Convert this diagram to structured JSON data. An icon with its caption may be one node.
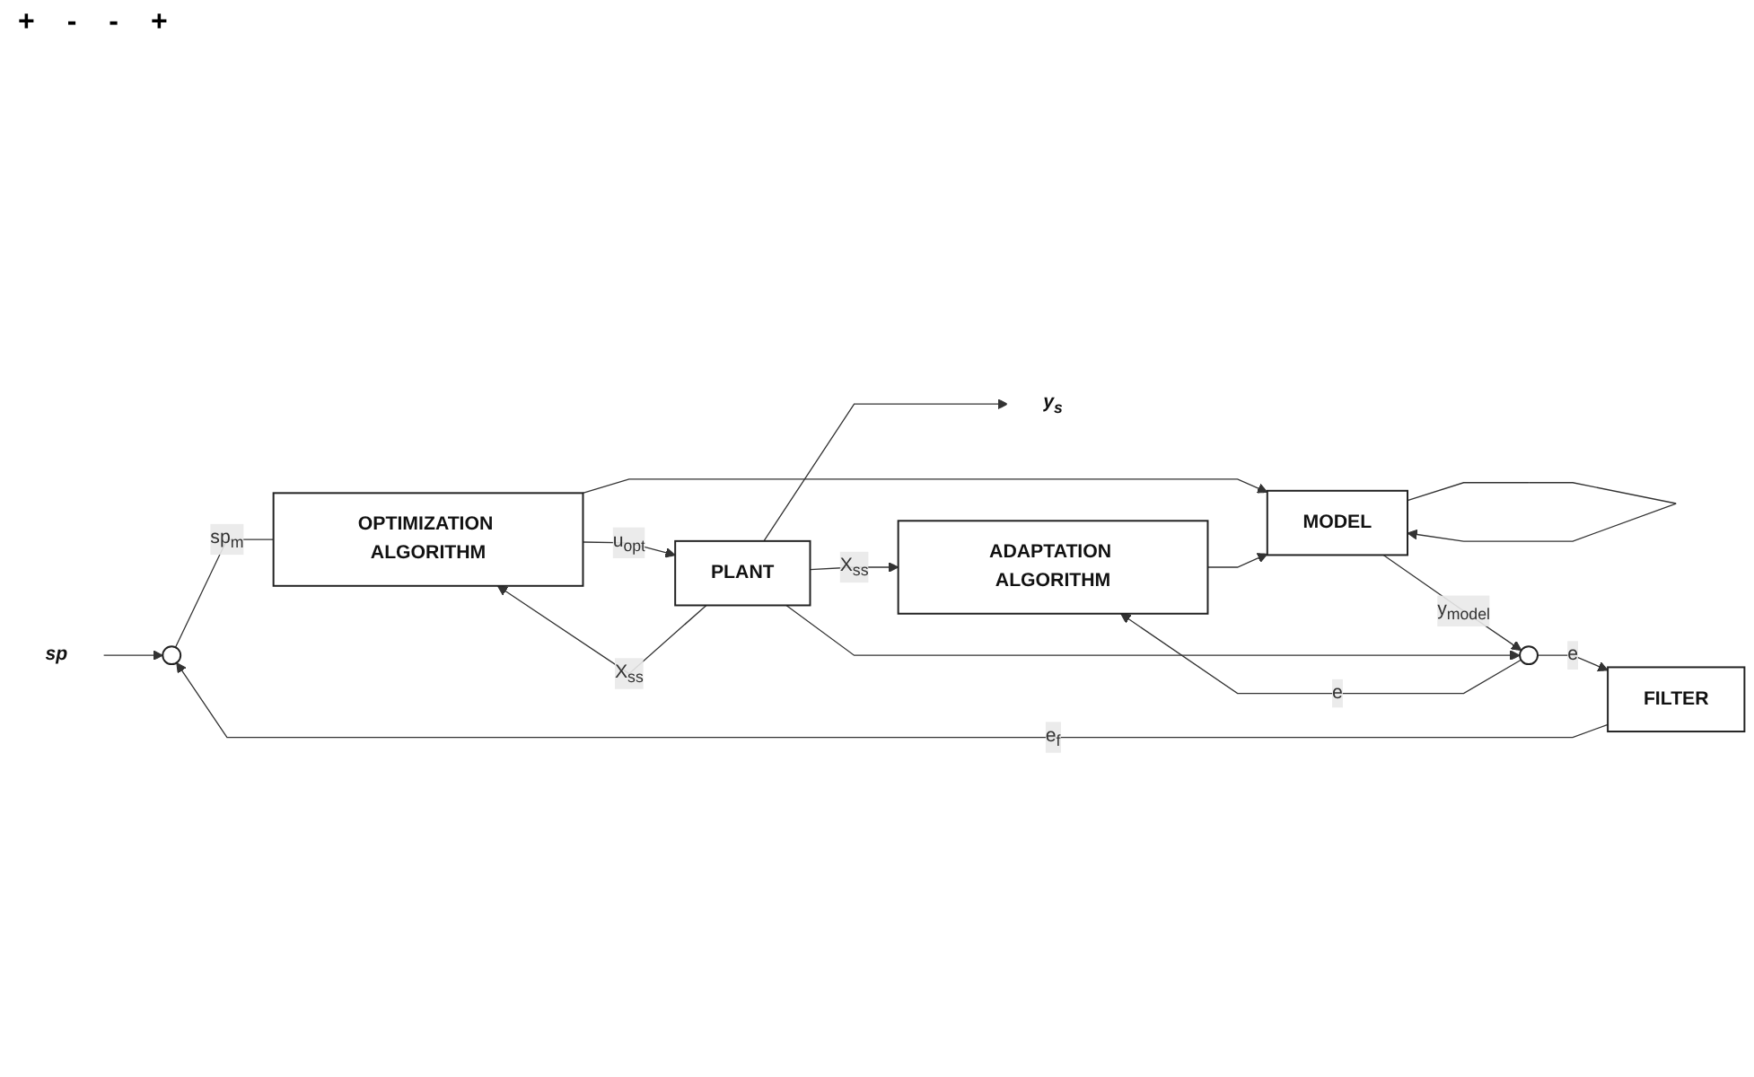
{
  "diagram": {
    "nodes": [
      {
        "text": [
          "sp"
        ]
      },
      {
        "text": [],
        "shape": "circle"
      },
      {
        "text": [
          "OPTIMIZATION ALGORITHM"
        ]
      },
      {
        "text": [
          "PLANT"
        ]
      },
      {
        "text": [
          "y$_{s}$"
        ]
      },
      {
        "text": [
          "MODEL"
        ]
      },
      {
        "text": [
          "ADAPTATION ALGORITHM"
        ]
      },
      {
        "text": [
          "FILTER"
        ]
      },
      {
        "text": [],
        "shape": "circle"
      }
    ],
    "edges": [
      {
        "from": 0,
        "to": 1,
        "arrow": "to"
      },
      {
        "from": 1,
        "to": 2,
        "arrow": "none",
        "label": "sp$_{m}$"
      },
      {
        "from": 2,
        "to": 3,
        "arrow": "to",
        "label": "u$_{opt}$"
      },
      {
        "from": 3,
        "to": 2,
        "arrow": "to",
        "label": "X$_{ss}$"
      },
      {
        "from": 3,
        "to": 4,
        "arrow": "to"
      },
      {
        "from": 2,
        "to": 5,
        "arrow": "to"
      },
      {
        "from": 3,
        "to": 6,
        "arrow": "to",
        "label": "X$_{ss}$"
      },
      {
        "from": 6,
        "to": 5,
        "arrow": "to"
      },
      {
        "from": 5,
        "to": 5,
        "arrow": "to"
      },
      {
        "from": 5,
        "to": 8,
        "arrow": "to",
        "label": "y$_{model}$"
      },
      {
        "from": 3,
        "to": 8,
        "arrow": "to"
      },
      {
        "from": 8,
        "to": 6,
        "arrow": "to",
        "label": "e"
      },
      {
        "from": 8,
        "to": 7,
        "arrow": "to",
        "label": "e"
      },
      {
        "from": 7,
        "to": 1,
        "arrow": "to",
        "label": "e$_{f}$"
      }
    ],
    "labels": [
      "+",
      "-",
      "-",
      "+"
    ]
  }
}
